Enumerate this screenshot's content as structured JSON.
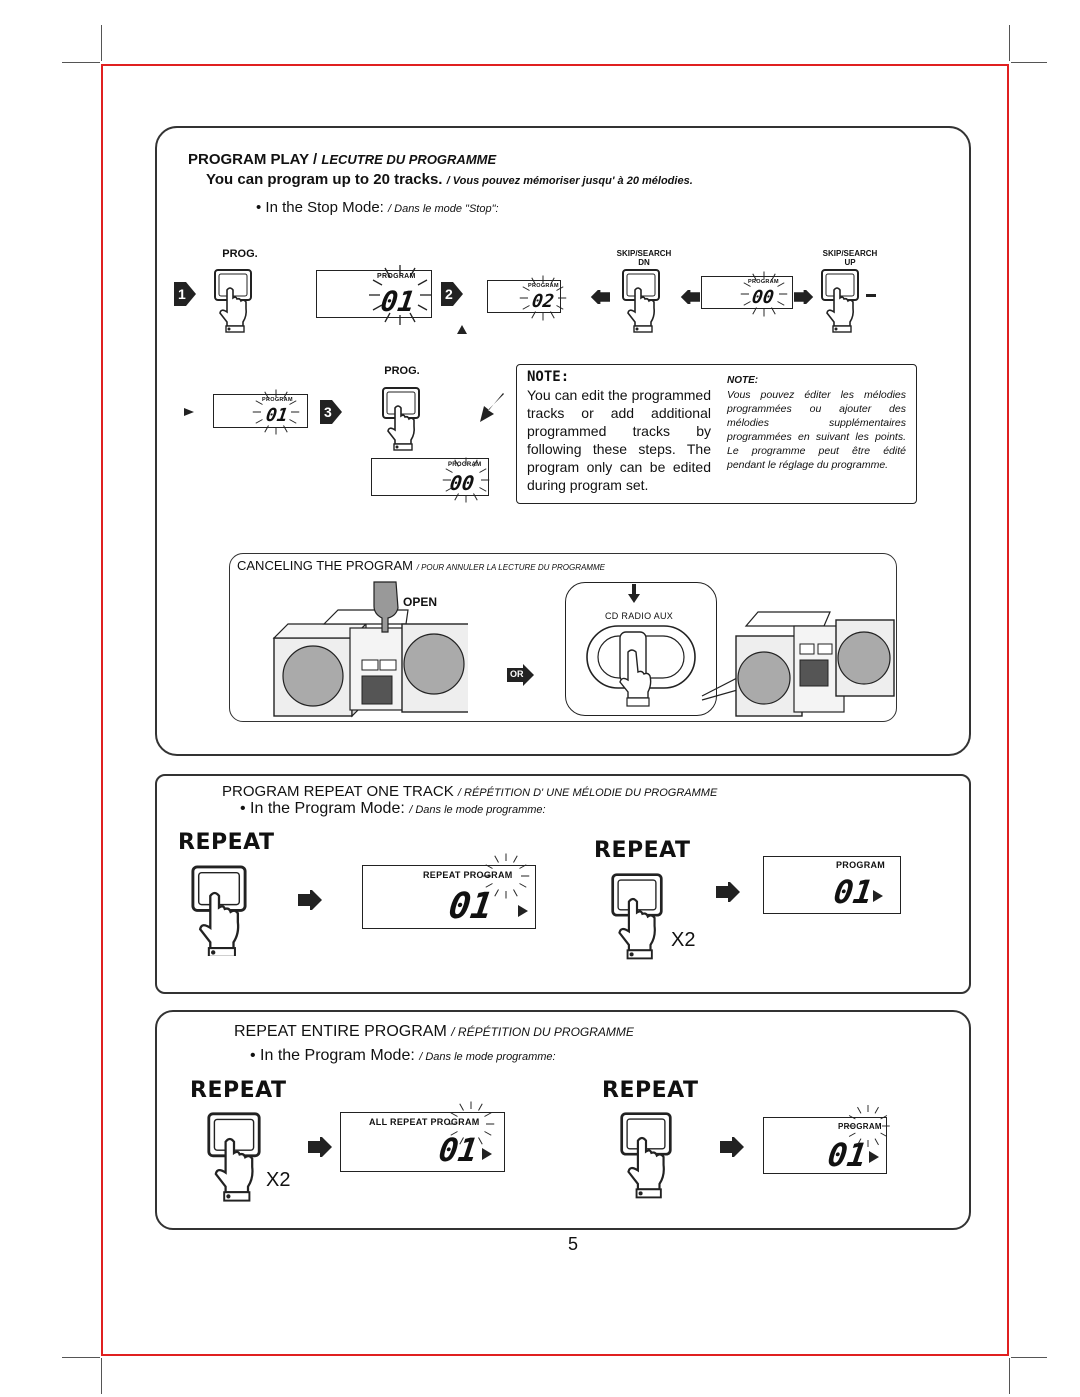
{
  "page_number": "5",
  "program_play": {
    "title_en": "PROGRAM PLAY /",
    "title_fr": "LECUTRE DU PROGRAMME",
    "subtitle_en": "You can program up to 20 tracks.",
    "subtitle_fr": "/ Vous pouvez mémoriser jusqu' à 20 mélodies.",
    "mode_en": "• In the Stop Mode:",
    "mode_fr": "/ Dans le mode \"Stop\":",
    "prog_label": "PROG.",
    "prog_label_2": "PROG.",
    "skip_dn_label_1": "SKIP/SEARCH",
    "skip_dn_label_2": "DN",
    "skip_up_label_1": "SKIP/SEARCH",
    "skip_up_label_2": "UP",
    "program_tag": "PROGRAM",
    "lcd_values": [
      "01",
      "02",
      "00",
      "01",
      "00"
    ],
    "steps": [
      "1",
      "2",
      "3"
    ],
    "note": {
      "title_en": "NOTE:",
      "body_en": "You can edit the programmed tracks or add additional programmed tracks by following these steps. The program only can be edited during program set.",
      "title_fr": "NOTE:",
      "body_fr": "Vous pouvez éditer les mélodies programmées ou ajouter des mélodies supplémentaires programmées en suivant les points. Le programme peut être édité pendant le réglage du programme."
    }
  },
  "cancel": {
    "title_en": "CANCELING THE PROGRAM",
    "title_fr": "/ POUR ANNULER LA LECTURE DU PROGRAMME",
    "open_label": "OPEN",
    "or_label": "OR",
    "switch_label": "CD RADIO AUX"
  },
  "repeat_one": {
    "title_en": "PROGRAM REPEAT ONE TRACK",
    "title_fr": "/ RÉPÉTITION D' UNE MÉLODIE DU PROGRAMME",
    "mode_en": "• In the Program Mode:",
    "mode_fr": "/ Dans le mode programme:",
    "repeat_label": "REPEAT",
    "repeat_label_2": "REPEAT",
    "lcd1_tag": "REPEAT  PROGRAM",
    "lcd1_value": "01",
    "lcd2_tag": "PROGRAM",
    "lcd2_value": "01",
    "x2": "X2"
  },
  "repeat_all": {
    "title_en": "REPEAT ENTIRE PROGRAM",
    "title_fr": "/ RÉPÉTITION DU PROGRAMME",
    "mode_en": "• In the Program Mode:",
    "mode_fr": "/ Dans le mode programme:",
    "repeat_label": "REPEAT",
    "repeat_label_2": "REPEAT",
    "lcd1_tag": "ALL REPEAT  PROGRAM",
    "lcd1_value": "01",
    "lcd2_tag": "PROGRAM",
    "lcd2_value": "01",
    "x2": "X2"
  }
}
